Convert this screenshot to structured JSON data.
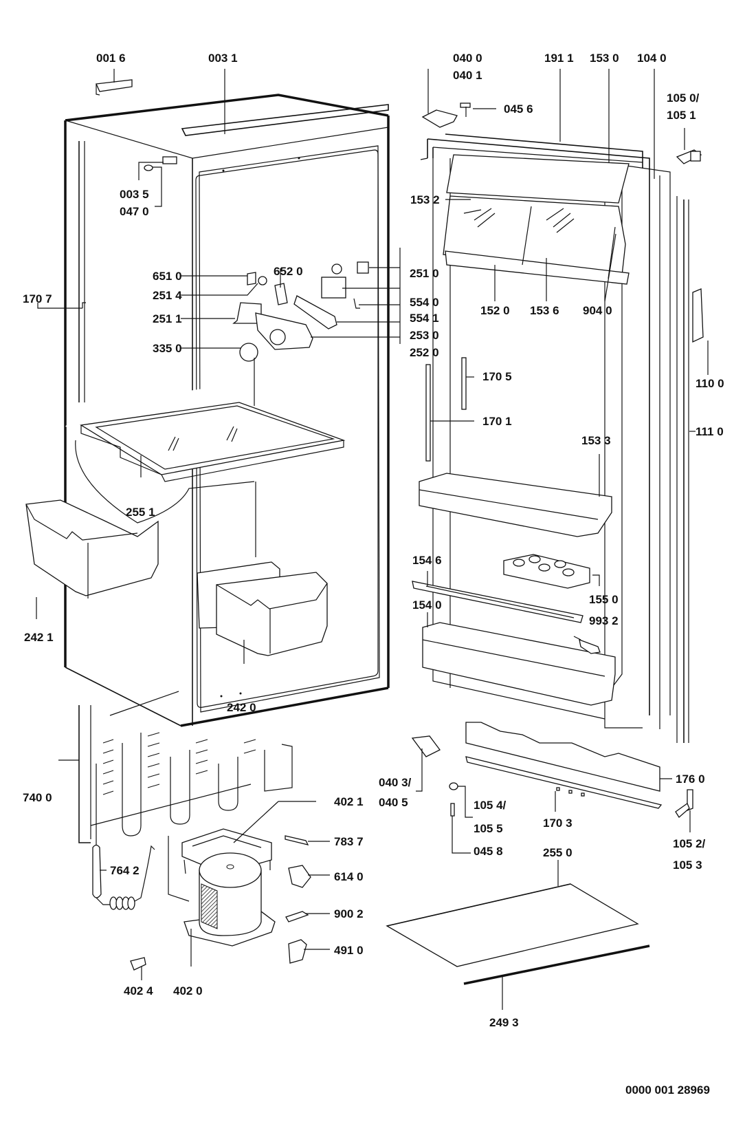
{
  "document": {
    "type": "exploded-parts-diagram",
    "subject": "built-in refrigerator",
    "reference_number": "0000 001 28969"
  },
  "labels": [
    {
      "id": "0016",
      "text": "001 6",
      "part": "top-bracket"
    },
    {
      "id": "0031",
      "text": "003 1",
      "part": "top-trim-rail"
    },
    {
      "id": "0035",
      "text": "003 5",
      "part": "corner-bracket"
    },
    {
      "id": "0470",
      "text": "047 0",
      "part": "spacer-cap"
    },
    {
      "id": "0400",
      "text": "040 0",
      "part": "upper-hinge"
    },
    {
      "id": "0401",
      "text": "040 1",
      "part": "upper-hinge-alt"
    },
    {
      "id": "0456",
      "text": "045 6",
      "part": "hinge-pin"
    },
    {
      "id": "1911",
      "text": "191 1",
      "part": "door-gasket"
    },
    {
      "id": "1530",
      "text": "153 0",
      "part": "butter-compartment"
    },
    {
      "id": "1040",
      "text": "104 0",
      "part": "door"
    },
    {
      "id": "1050",
      "text": "105 0/",
      "part": "door-hinge-upper"
    },
    {
      "id": "1051",
      "text": "105 1",
      "part": "door-hinge-upper-alt"
    },
    {
      "id": "1532",
      "text": "153 2",
      "part": "compartment-lid-left"
    },
    {
      "id": "1520",
      "text": "152 0",
      "part": "upper-door-shelf"
    },
    {
      "id": "1536",
      "text": "153 6",
      "part": "compartment-lid-right"
    },
    {
      "id": "9040",
      "text": "904 0",
      "part": "lid-pin"
    },
    {
      "id": "1707",
      "text": "170 7",
      "part": "side-trim"
    },
    {
      "id": "6510",
      "text": "651 0",
      "part": "lamp"
    },
    {
      "id": "6520",
      "text": "652 0",
      "part": "lamp-socket"
    },
    {
      "id": "2514",
      "text": "251 4",
      "part": "spring"
    },
    {
      "id": "2511",
      "text": "251 1",
      "part": "switch-housing"
    },
    {
      "id": "3350",
      "text": "335 0",
      "part": "control-knob"
    },
    {
      "id": "2510",
      "text": "251 0",
      "part": "label-plate"
    },
    {
      "id": "5540",
      "text": "554 0",
      "part": "thermostat"
    },
    {
      "id": "5541",
      "text": "554 1",
      "part": "thermostat-clip"
    },
    {
      "id": "2530",
      "text": "253 0",
      "part": "light-cover"
    },
    {
      "id": "2520",
      "text": "252 0",
      "part": "control-housing"
    },
    {
      "id": "1705",
      "text": "170 5",
      "part": "door-trim-short"
    },
    {
      "id": "1701",
      "text": "170 1",
      "part": "door-trim-long"
    },
    {
      "id": "1100",
      "text": "110 0",
      "part": "handle"
    },
    {
      "id": "1110",
      "text": "111 0",
      "part": "handle-strip"
    },
    {
      "id": "1533",
      "text": "153 3",
      "part": "middle-door-shelf"
    },
    {
      "id": "2551",
      "text": "255 1",
      "part": "glass-shelf"
    },
    {
      "id": "2421",
      "text": "242 1",
      "part": "crisper-left"
    },
    {
      "id": "1546",
      "text": "154 6",
      "part": "bottle-retainer"
    },
    {
      "id": "1550",
      "text": "155 0",
      "part": "egg-tray"
    },
    {
      "id": "1540",
      "text": "154 0",
      "part": "bottle-shelf"
    },
    {
      "id": "9932",
      "text": "993 2",
      "part": "door-fitting"
    },
    {
      "id": "2420",
      "text": "242 0",
      "part": "crisper-right"
    },
    {
      "id": "1760",
      "text": "176 0",
      "part": "base-panel"
    },
    {
      "id": "0403",
      "text": "040 3/",
      "part": "lower-hinge"
    },
    {
      "id": "0405",
      "text": "040 5",
      "part": "lower-hinge-alt"
    },
    {
      "id": "1054",
      "text": "105 4/",
      "part": "hinge-cap"
    },
    {
      "id": "1055",
      "text": "105 5",
      "part": "hinge-cap-alt"
    },
    {
      "id": "1703",
      "text": "170 3",
      "part": "bottom-trim"
    },
    {
      "id": "0458",
      "text": "045 8",
      "part": "lower-pin"
    },
    {
      "id": "1052",
      "text": "105 2/",
      "part": "door-hinge-lower"
    },
    {
      "id": "1053",
      "text": "105 3",
      "part": "door-hinge-lower-alt"
    },
    {
      "id": "7400",
      "text": "740 0",
      "part": "condenser"
    },
    {
      "id": "4021",
      "text": "402 1",
      "part": "drip-tray"
    },
    {
      "id": "7837",
      "text": "783 7",
      "part": "filter-plug"
    },
    {
      "id": "7642",
      "text": "764 2",
      "part": "dryer"
    },
    {
      "id": "6140",
      "text": "614 0",
      "part": "relay"
    },
    {
      "id": "9002",
      "text": "900 2",
      "part": "cable-clip"
    },
    {
      "id": "4910",
      "text": "491 0",
      "part": "relay-cover"
    },
    {
      "id": "4024",
      "text": "402 4",
      "part": "clamp"
    },
    {
      "id": "4020",
      "text": "402 0",
      "part": "compressor"
    },
    {
      "id": "2550",
      "text": "255 0",
      "part": "cover-plate"
    },
    {
      "id": "2493",
      "text": "249 3",
      "part": "front-strip"
    }
  ]
}
